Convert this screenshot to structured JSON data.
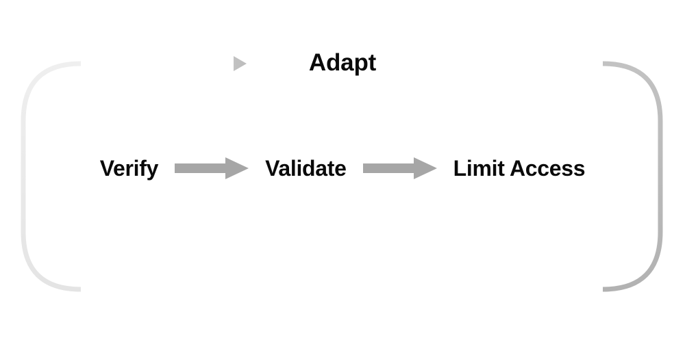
{
  "diagram": {
    "title_node": {
      "label": "Adapt",
      "role": "feedback-loop-node"
    },
    "background_color": "#ffffff",
    "text_color": "#0a0a0a",
    "arrow_color": "#a6a6a6",
    "loop_color_light": "#e9e9e9",
    "loop_color_dark": "#b2b2b2",
    "stages": [
      {
        "label": "Verify",
        "order": 1
      },
      {
        "label": "Validate",
        "order": 2
      },
      {
        "label": "Limit Access",
        "order": 3
      }
    ],
    "connectors": [
      {
        "name": "verify-to-validate",
        "kind": "block-arrow",
        "direction": "right"
      },
      {
        "name": "validate-to-limit-access",
        "kind": "block-arrow",
        "direction": "right"
      }
    ],
    "feedback_loop": {
      "name": "limit-access-to-adapt-loop",
      "kind": "stadium-loop-arrow",
      "direction": "counter-clockwise",
      "from": "Limit Access",
      "to": "Adapt",
      "has_arrowhead": true
    }
  }
}
